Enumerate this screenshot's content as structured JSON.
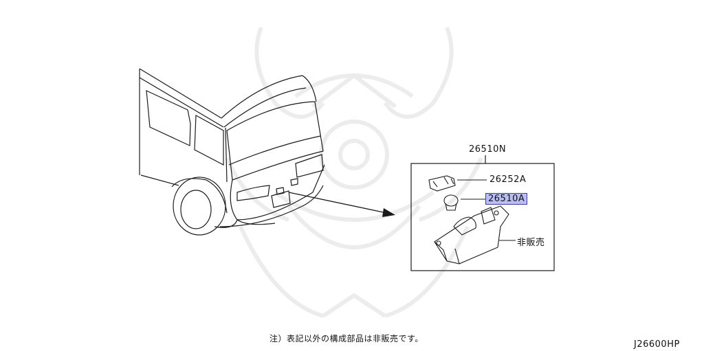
{
  "diagram": {
    "group_part": "26510N",
    "parts": [
      {
        "number": "26252A",
        "highlighted": false
      },
      {
        "number": "26510A",
        "highlighted": true
      },
      {
        "number": "非販売",
        "highlighted": false
      }
    ],
    "footnote": "注）表記以外の構成部品は非販売です。",
    "diagram_id": "J26600HP"
  },
  "colors": {
    "line": "#1a1a1a",
    "highlight_fill": "#b9bdf2",
    "highlight_border": "#3a40a8",
    "watermark": "#e8e8e8"
  },
  "watermark_icon": "samurai-helmet-logo"
}
